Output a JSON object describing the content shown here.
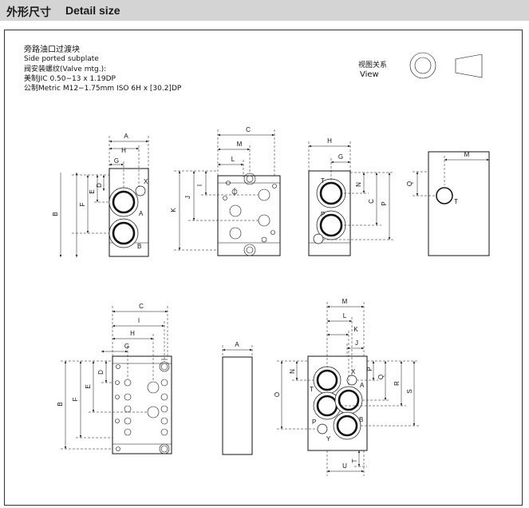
{
  "header": {
    "title_cn": "外形尺寸",
    "title_en": "Detail size"
  },
  "notes": {
    "line1": "旁路油口过渡块",
    "line2": "Side ported subplate",
    "line3": "阀安装螺纹(Valve mtg.):",
    "line4": "美制JIC 0.50−13 x 1.19DP",
    "line5": "公制Metric M12−1.75mm ISO 6H x [30.2]DP"
  },
  "view_legend": {
    "label_cn": "视图关系",
    "label_en": "View"
  },
  "view1": {
    "A": "A",
    "H": "H",
    "G": "G",
    "D": "D",
    "E": "E",
    "F": "F",
    "B": "B",
    "X": "X",
    "portA": "A",
    "portB": "B"
  },
  "view2": {
    "C": "C",
    "M": "M",
    "L": "L",
    "J": "J",
    "I": "I",
    "K": "K"
  },
  "view3": {
    "H": "H",
    "G": "G",
    "N": "N",
    "C": "C",
    "P": "P",
    "portT": "T",
    "portP": "P"
  },
  "view4": {
    "M": "M",
    "Q": "Q",
    "portT": "T"
  },
  "view5": {
    "C": "C",
    "I": "I",
    "H": "H",
    "G": "G",
    "D": "D",
    "E": "E",
    "F": "F",
    "B": "B"
  },
  "view6": {
    "A": "A"
  },
  "view7": {
    "M": "M",
    "L": "L",
    "K": "K",
    "J": "J",
    "P": "P",
    "Q": "Q",
    "R": "R",
    "S": "S",
    "N": "N",
    "O": "O",
    "U": "U",
    "T": "T",
    "portT": "T",
    "portA": "A",
    "portP": "P",
    "portB": "B",
    "portX": "X",
    "portY": "Y"
  }
}
